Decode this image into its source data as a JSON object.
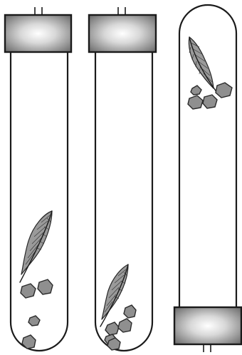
{
  "figure": {
    "colors": {
      "background": "#ffffff",
      "outline": "#1a1a1a",
      "pebble": "#8f8f8f",
      "feather": "#9a9a9a",
      "cap_light": "#ffffff",
      "cap_dark": "#555555"
    },
    "tubes": [
      {
        "id": "tube-left",
        "cap": "top",
        "contents": [
          "feather",
          "pebble",
          "pebble",
          "pebble",
          "pebble"
        ],
        "contents_position": "bottom"
      },
      {
        "id": "tube-middle",
        "cap": "top",
        "contents": [
          "feather",
          "pebble",
          "pebble",
          "pebble",
          "pebble",
          "pebble"
        ],
        "contents_position": "bottom"
      },
      {
        "id": "tube-right",
        "cap": "bottom",
        "contents": [
          "feather",
          "pebble",
          "pebble",
          "pebble",
          "pebble"
        ],
        "contents_position": "top"
      }
    ]
  }
}
